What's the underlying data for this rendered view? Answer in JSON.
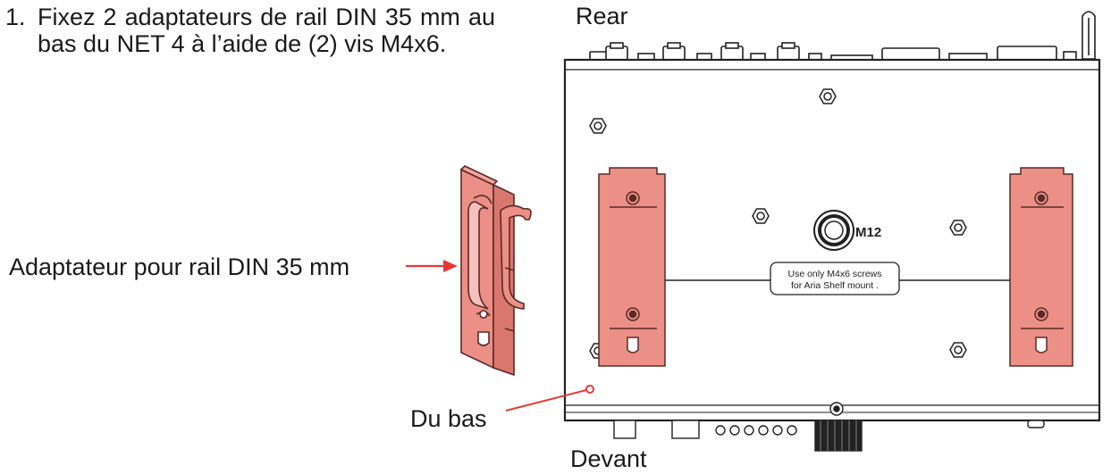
{
  "instruction": {
    "number": "1.",
    "text": "Fixez 2 adaptateurs de rail DIN 35 mm au bas du NET 4 à l’aide de (2) vis M4x6."
  },
  "labels": {
    "rear": "Rear",
    "front": "Devant",
    "bottom": "Du bas",
    "adapter": "Adaptateur pour rail DIN 35 mm"
  },
  "device": {
    "mount_label": "M12",
    "note_line1": "Use only M4x6 screws",
    "note_line2": "for Aria Shelf mount ."
  },
  "colors": {
    "adapter_fill": "#ec8f86",
    "adapter_stroke": "#5a2a26",
    "arrow": "#e53935",
    "line": "#222222"
  }
}
